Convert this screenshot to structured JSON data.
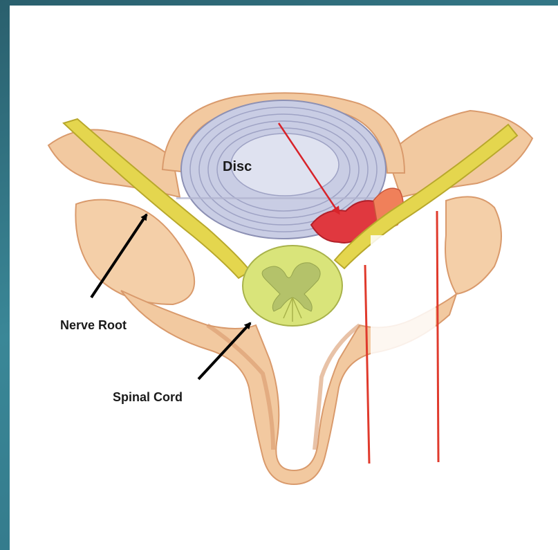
{
  "labels": {
    "disc": "Disc",
    "nerve_root": "Nerve Root",
    "spinal_cord": "Spinal Cord"
  },
  "colors": {
    "background": "#2f6e7c",
    "panel": "#ffffff",
    "bone": "#f2c9a0",
    "bone_shadow": "#d99a6c",
    "disc": "#c9cde4",
    "disc_rings": "#8c90b4",
    "nerve": "#e4d64e",
    "spinal_cord": "#d9e47a",
    "herniation": "#e0383f",
    "marker_lines": "#e03a2c",
    "arrows": "#000000"
  }
}
